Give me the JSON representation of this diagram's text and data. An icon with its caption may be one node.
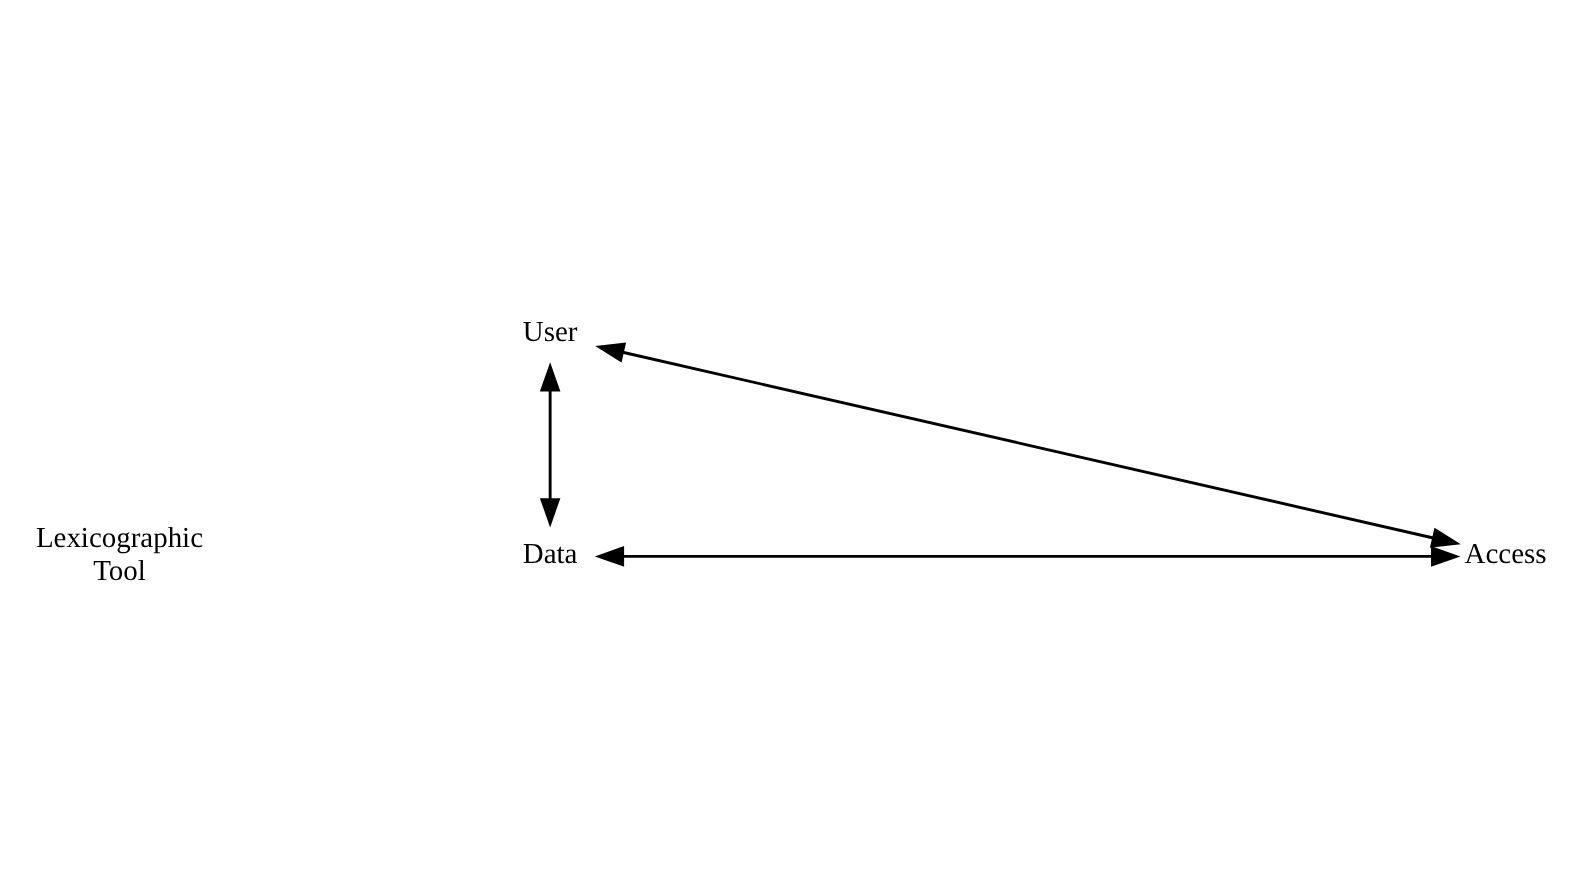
{
  "diagram": {
    "nodes": [
      {
        "text": [
          "User"
        ]
      },
      {
        "text": [
          "Data"
        ]
      },
      {
        "text": [
          "Access"
        ]
      }
    ],
    "edges": [
      {
        "from": 1,
        "to": 0,
        "arrow": "both"
      },
      {
        "from": 0,
        "to": 2,
        "arrow": "both"
      },
      {
        "from": 1,
        "to": 2,
        "arrow": "both"
      }
    ],
    "labels": [
      "Lexicographic Tool"
    ]
  }
}
